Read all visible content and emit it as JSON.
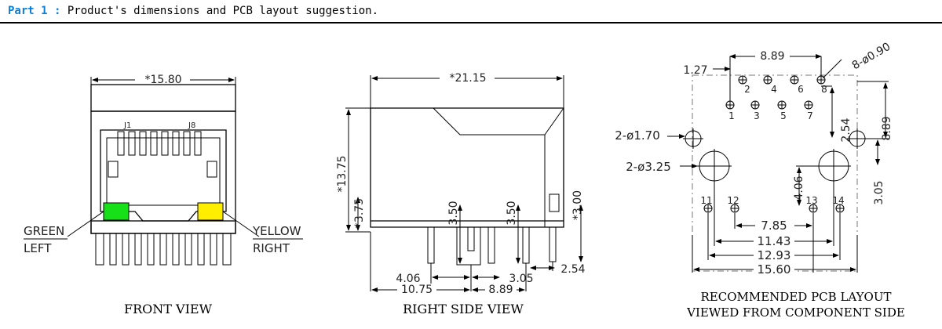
{
  "header": {
    "part_label": "Part 1",
    "separator": " : ",
    "title": "Product's dimensions and PCB layout suggestion."
  },
  "colors": {
    "accent": "#0b7fd6",
    "led_green": "#18e018",
    "led_yellow": "#ffee00"
  },
  "front_view": {
    "caption": "FRONT VIEW",
    "width_dim": "*15.80",
    "j1": "J1",
    "j8": "J8",
    "green_label": "GREEN",
    "left_label": "LEFT",
    "yellow_label": "YELLOW",
    "right_label": "RIGHT"
  },
  "side_view": {
    "caption": "RIGHT SIDE VIEW",
    "length_dim": "*21.15",
    "height_dim": "*13.75",
    "lower_height_dim": "*3.75",
    "pin_len_a": "3.50",
    "pin_len_b": "3.50",
    "pin_len_c": "*3.00",
    "d_406": "4.06",
    "d_305": "3.05",
    "d_254": "2.54",
    "d_1075": "10.75",
    "d_889": "8.89"
  },
  "pcb_view": {
    "caption_line1": "RECOMMENDED PCB LAYOUT",
    "caption_line2": "VIEWED FROM COMPONENT SIDE",
    "d_889_top": "8.89",
    "d_127": "1.27",
    "hole_spec": "8-ø0.90",
    "hole_170": "2-ø1.70",
    "hole_325": "2-ø3.25",
    "d_254": "2.54",
    "d_889_right": "8.89",
    "d_406": "4.06",
    "d_305": "3.05",
    "d_785": "7.85",
    "d_1143": "11.43",
    "d_1293": "12.93",
    "d_1560": "15.60",
    "pins_top": [
      "2",
      "4",
      "6",
      "8"
    ],
    "pins_bottom": [
      "1",
      "3",
      "5",
      "7"
    ],
    "pins_led": [
      "11",
      "12",
      "13",
      "14"
    ]
  }
}
